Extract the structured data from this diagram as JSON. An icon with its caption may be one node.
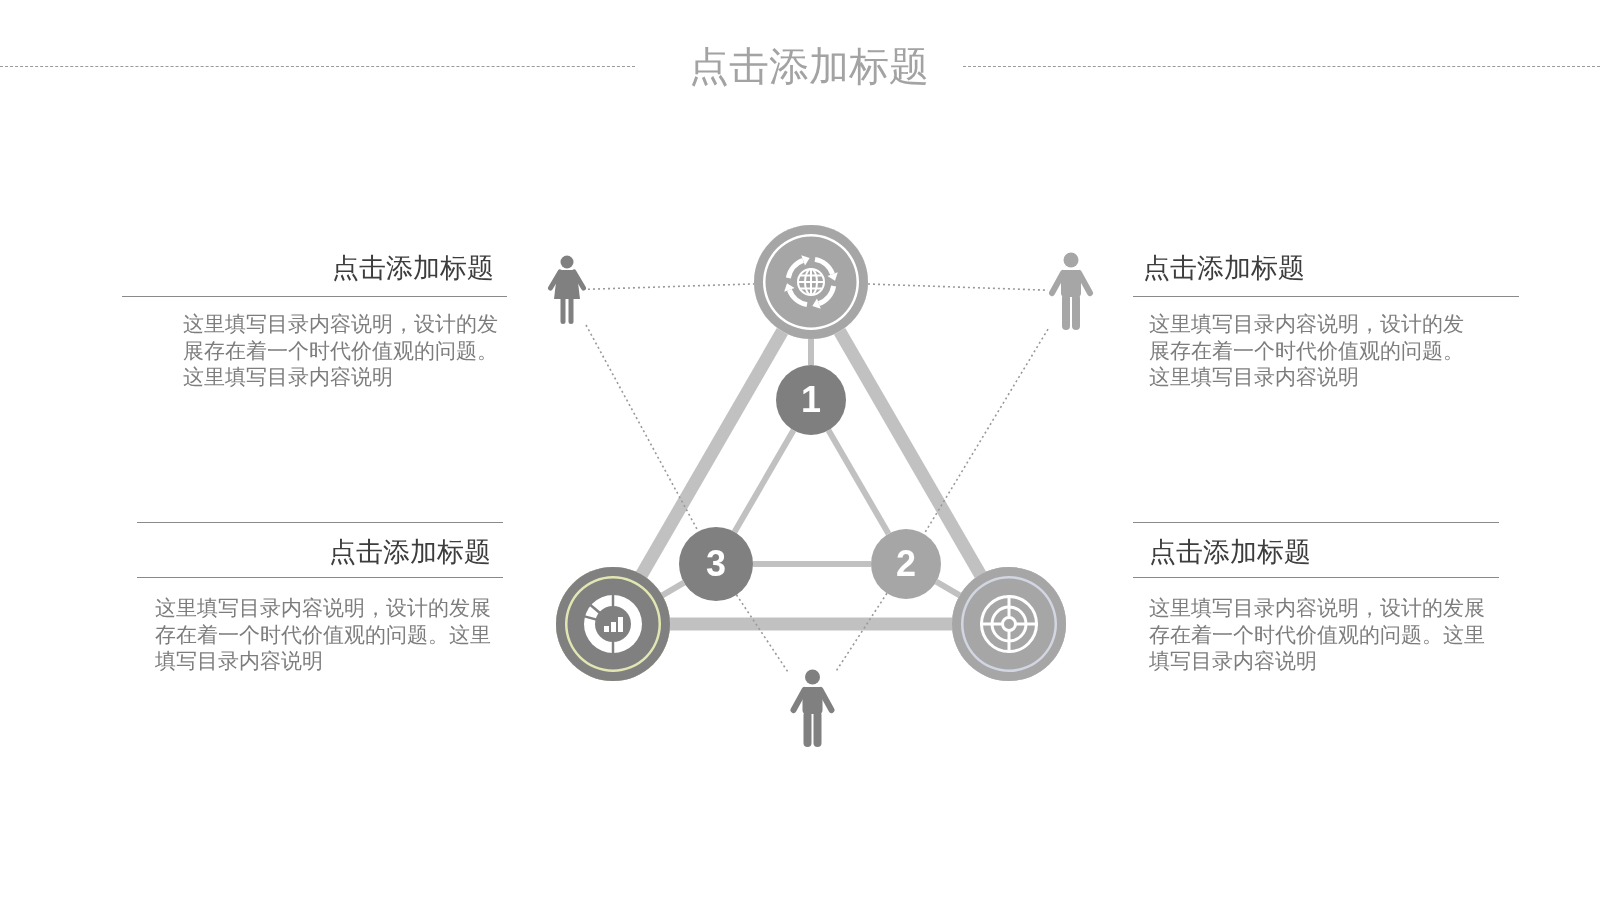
{
  "diagram": {
    "title": "点击添加标题",
    "nodes": [
      {
        "text": [],
        "shape": "person"
      },
      {
        "text": [],
        "shape": "circle"
      },
      {
        "text": [],
        "shape": "person"
      },
      {
        "text": [
          "1"
        ]
      },
      {
        "text": [
          "3"
        ]
      },
      {
        "text": [
          "2"
        ]
      },
      {
        "text": [],
        "shape": "circle"
      },
      {
        "text": [],
        "shape": "circle"
      },
      {
        "text": [],
        "shape": "person"
      }
    ],
    "edges": [
      {
        "from": 1,
        "to": 6,
        "arrow": "none",
        "style": "thick"
      },
      {
        "from": 1,
        "to": 7,
        "arrow": "none",
        "style": "thick"
      },
      {
        "from": 6,
        "to": 7,
        "arrow": "none",
        "style": "thick"
      },
      {
        "from": 1,
        "to": 3,
        "arrow": "none"
      },
      {
        "from": 3,
        "to": 5,
        "arrow": "none"
      },
      {
        "from": 5,
        "to": 4,
        "arrow": "none"
      },
      {
        "from": 4,
        "to": 3,
        "arrow": "none"
      },
      {
        "from": 4,
        "to": 6,
        "arrow": "none"
      },
      {
        "from": 5,
        "to": 7,
        "arrow": "none"
      },
      {
        "from": 0,
        "to": 1,
        "arrow": "none",
        "style": "dashed",
        "color": "#999999"
      },
      {
        "from": 1,
        "to": 2,
        "arrow": "none",
        "style": "dashed",
        "color": "#999999"
      },
      {
        "from": 0,
        "to": 4,
        "arrow": "none",
        "style": "dashed",
        "color": "#999999"
      },
      {
        "from": 4,
        "to": 8,
        "arrow": "none",
        "style": "dashed",
        "color": "#999999"
      },
      {
        "from": 2,
        "to": 5,
        "arrow": "none",
        "style": "dashed",
        "color": "#999999"
      },
      {
        "from": 5,
        "to": 8,
        "arrow": "none",
        "style": "dashed",
        "color": "#999999"
      }
    ],
    "labels": [
      "点击添加标题",
      "这里填写目录内容说明，设计的发展存在着一个时代价值观的问题。这里填写目录内容说明",
      "点击添加标题",
      "这里填写目录内容说明，设计的发展存在着一个时代价值观的问题。这里填写目录内容说明",
      "点击添加标题",
      "这里填写目录内容说明，设计的发展存在着一个时代价值观的问题。这里填写目录内容说明",
      "点击添加标题",
      "这里填写目录内容说明，设计的发展存在着一个时代价值观的问题。这里填写目录内容说明"
    ]
  }
}
